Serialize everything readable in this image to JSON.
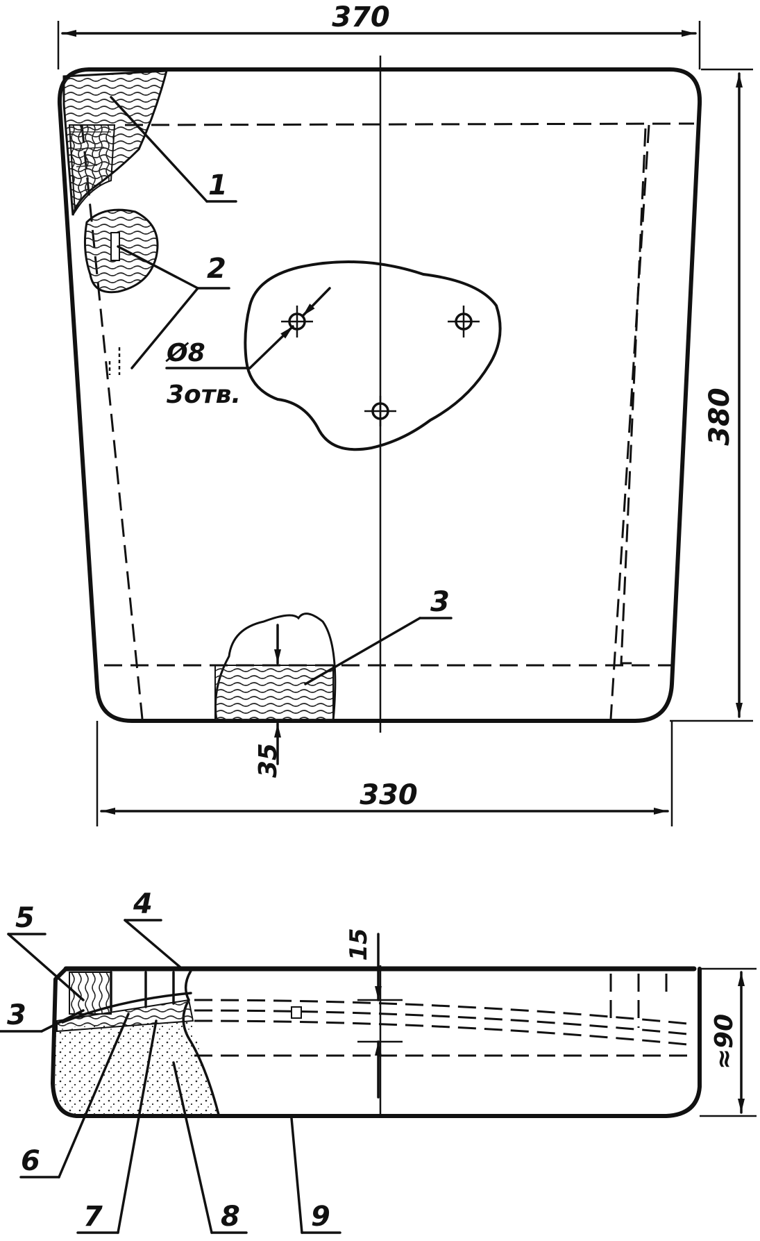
{
  "top_view": {
    "dim_top_width": "370",
    "dim_height": "380",
    "dim_bottom_width": "330",
    "dim_rail": "35",
    "hole_diameter": "Ø8",
    "hole_count": "3отв.",
    "parts": [
      "1",
      "2",
      "3"
    ]
  },
  "side_view": {
    "dim_lid": "15",
    "dim_height": "≈90",
    "parts": [
      "5",
      "4",
      "3",
      "6",
      "7",
      "8",
      "9"
    ]
  }
}
